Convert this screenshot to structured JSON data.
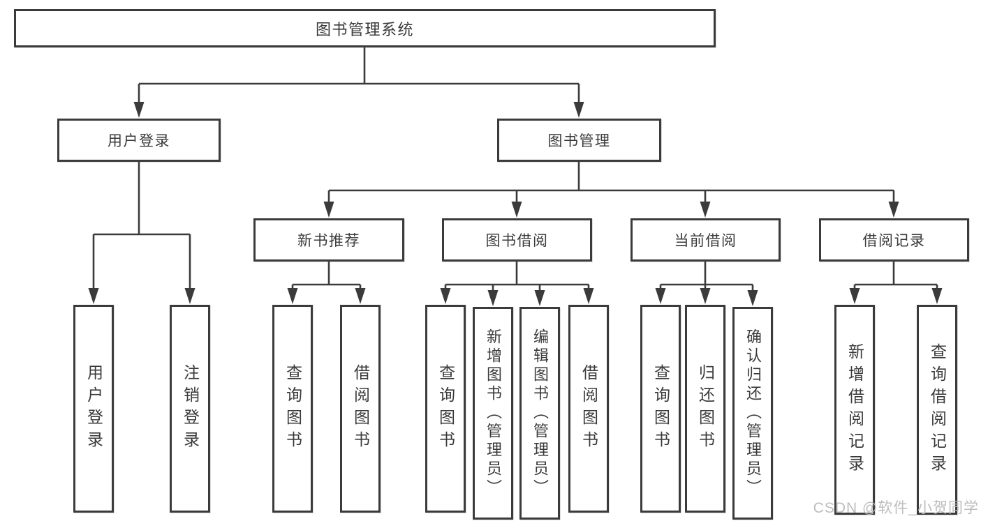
{
  "diagram": {
    "root": "图书管理系统",
    "level2": {
      "user_login": "用户登录",
      "book_mgmt": "图书管理"
    },
    "level3": {
      "new_book_rec": "新书推荐",
      "book_borrow": "图书借阅",
      "current_borrow": "当前借阅",
      "borrow_record": "借阅记录"
    },
    "leaves": {
      "user_login": [
        "用户登录",
        "注销登录"
      ],
      "new_book_rec": [
        "查询图书",
        "借阅图书"
      ],
      "book_borrow": [
        "查询图书",
        "新增图书（管理员）",
        "编辑图书（管理员）",
        "借阅图书"
      ],
      "current_borrow": [
        "查询图书",
        "归还图书",
        "确认归还（管理员）"
      ],
      "borrow_record": [
        "新增借阅记录",
        "查询借阅记录"
      ]
    }
  },
  "watermark": "CSDN @软件_小贺同学",
  "colors": {
    "line": "#3b3b3c",
    "text": "#3a3a3a",
    "watermark": "#b9b9b9",
    "background": "#ffffff"
  }
}
